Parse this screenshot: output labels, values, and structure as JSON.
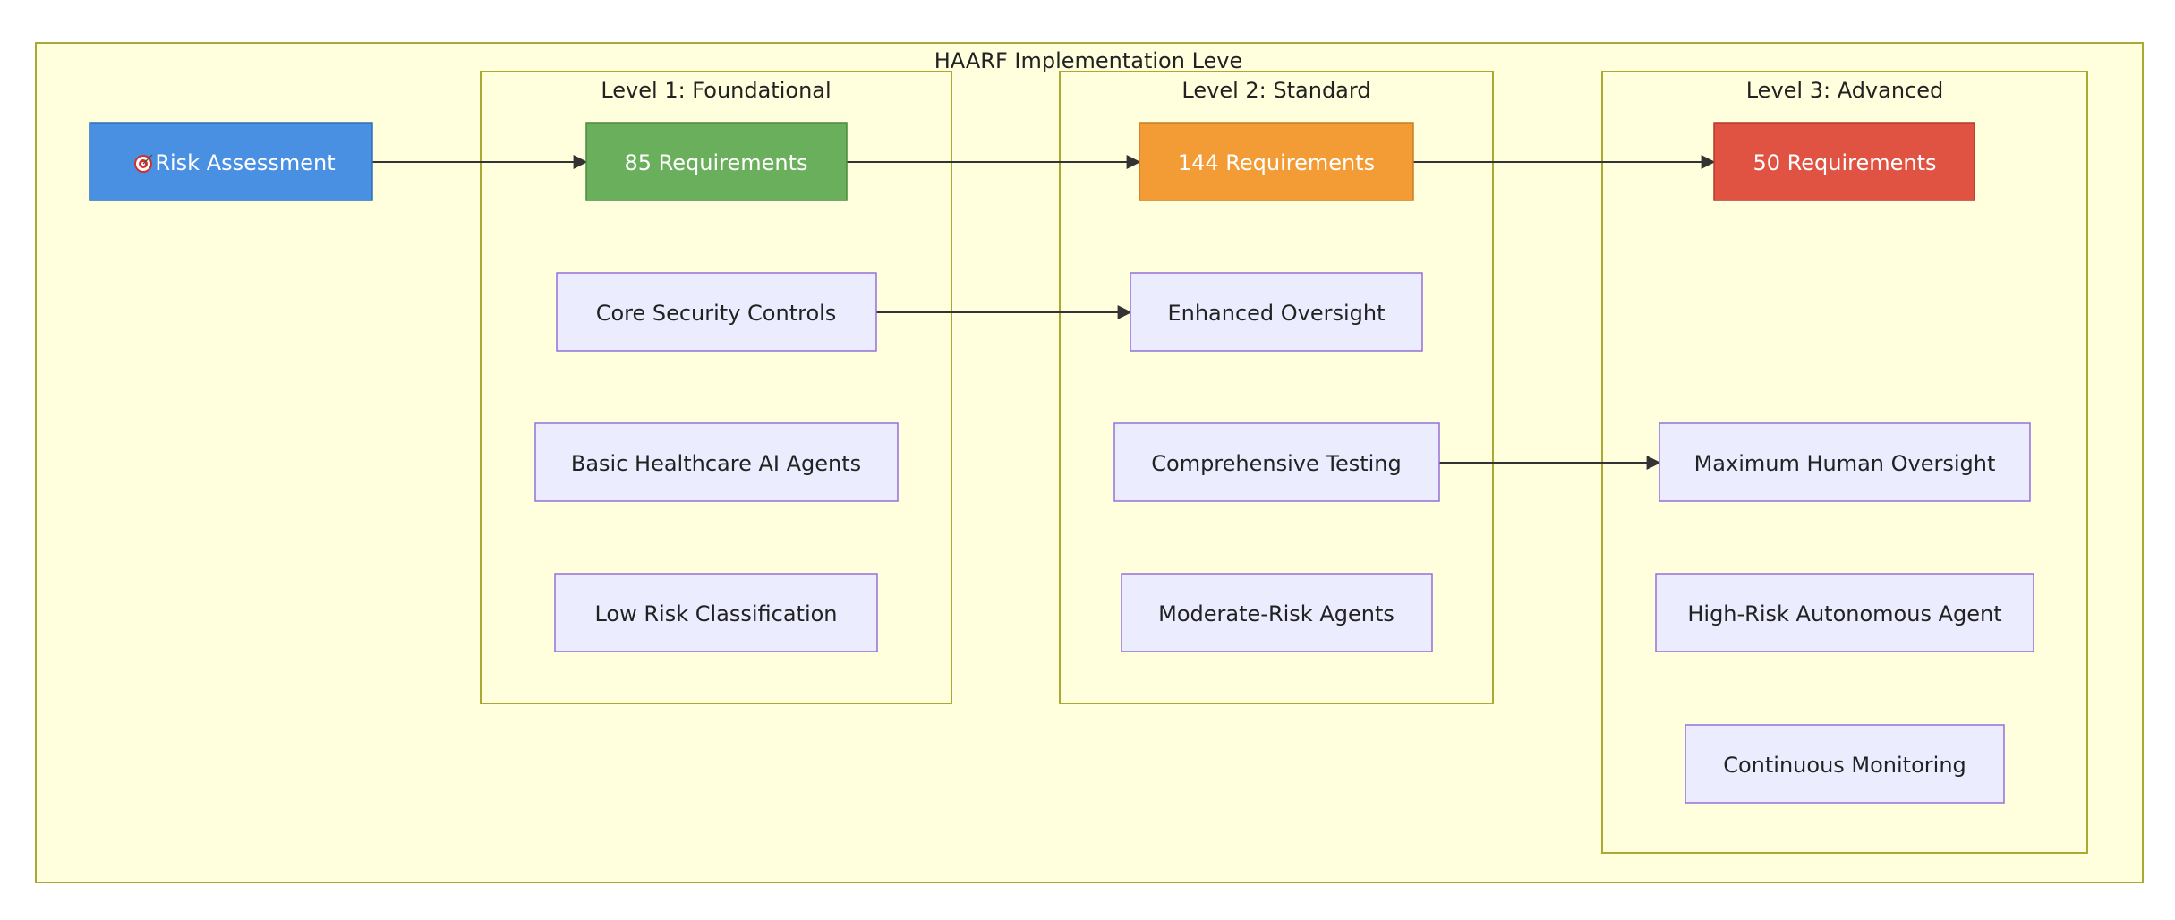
{
  "diagram": {
    "outer_title": "HAARF Implementation Leve",
    "levels": [
      {
        "title": "Level 1: Foundational"
      },
      {
        "title": "Level 2: Standard"
      },
      {
        "title": "Level 3: Advanced"
      }
    ],
    "nodes": {
      "risk_assessment": {
        "icon": "target-icon",
        "label": "Risk Assessment"
      },
      "req_85": {
        "label": "85 Requirements"
      },
      "core_security": {
        "label": "Core Security Controls"
      },
      "basic_agents": {
        "label": "Basic Healthcare AI Agents"
      },
      "low_risk": {
        "label": "Low Risk Classification"
      },
      "req_144": {
        "label": "144 Requirements"
      },
      "enhanced_oversight": {
        "label": "Enhanced Oversight"
      },
      "comprehensive_testing": {
        "label": "Comprehensive Testing"
      },
      "moderate_agents": {
        "label": "Moderate-Risk Agents"
      },
      "req_50": {
        "label": "50 Requirements"
      },
      "max_oversight": {
        "label": "Maximum Human Oversight"
      },
      "high_risk_agents": {
        "label": "High-Risk Autonomous Agent"
      },
      "continuous_monitoring": {
        "label": "Continuous Monitoring"
      }
    },
    "edges": [
      {
        "from": "risk_assessment",
        "to": "req_85"
      },
      {
        "from": "req_85",
        "to": "req_144"
      },
      {
        "from": "req_144",
        "to": "req_50"
      },
      {
        "from": "core_security",
        "to": "enhanced_oversight"
      },
      {
        "from": "comprehensive_testing",
        "to": "max_oversight"
      }
    ],
    "colors": {
      "cluster_fill": "#ffffde",
      "cluster_stroke": "#aaaa33",
      "node_fill": "#ececff",
      "node_stroke": "#9370db",
      "edge": "#333333",
      "risk_fill": "#4a90e2",
      "level1_fill": "#6aaf5c",
      "level2_fill": "#f39c35",
      "level3_fill": "#e05343"
    }
  }
}
